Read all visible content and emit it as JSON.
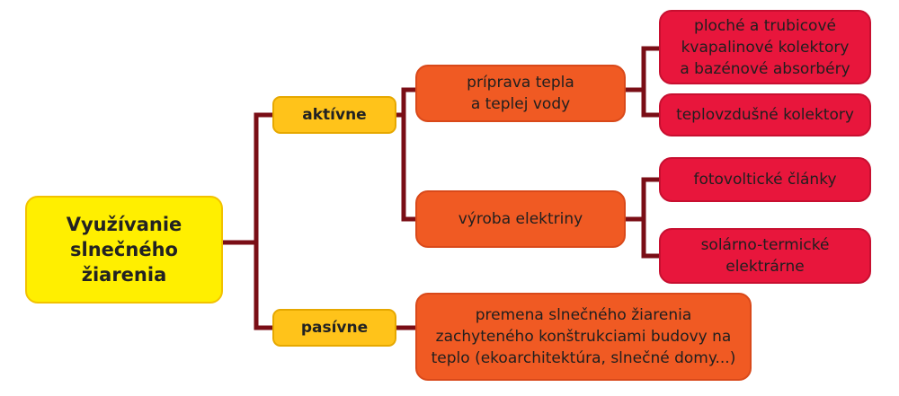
{
  "colors": {
    "connector": "#7a0e16",
    "root_fill": "#ffef00",
    "category_fill": "#ffc31a",
    "mid_fill": "#f05a23",
    "leaf_fill": "#e8163c"
  },
  "root": {
    "label": "Využívanie\nslnečného\nžiarenia"
  },
  "categories": {
    "active": "aktívne",
    "passive": "pasívne"
  },
  "active_children": {
    "heat": "príprava tepla\na teplej vody",
    "electricity": "výroba elektriny"
  },
  "passive_children": {
    "conversion": "premena slnečného žiarenia\nzachyteného konštrukciami budovy na\nteplo (ekoarchitektúra, slnečné domy...)"
  },
  "heat_children": {
    "flat_collectors": "ploché a trubicové\nkvapalinové kolektory\na bazénové absorbéry",
    "air_collectors": "teplovzdušné kolektory"
  },
  "electricity_children": {
    "photovoltaic": "fotovoltické články",
    "solar_thermal": "solárno-termické\nelektrárne"
  }
}
